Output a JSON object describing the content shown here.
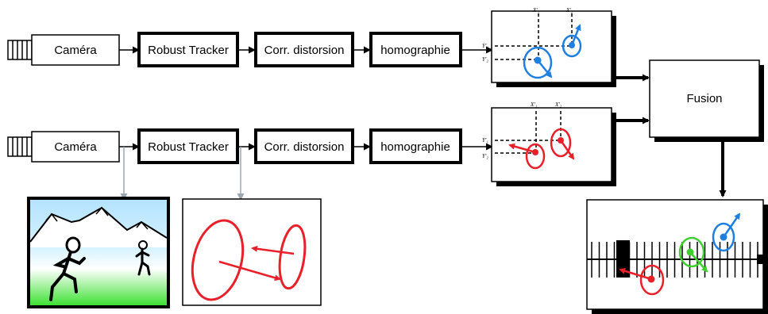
{
  "row1": {
    "camera_label": "Caméra",
    "tracker_label": "Robust Tracker",
    "distortion_label": "Corr. distorsion",
    "homography_label": "homographie",
    "panel_labels": {
      "x1": "X'₁",
      "x2": "X'₂",
      "y1": "Y'₁",
      "y2": "Y'₂"
    }
  },
  "row2": {
    "camera_label": "Caméra",
    "tracker_label": "Robust Tracker",
    "distortion_label": "Corr. distorsion",
    "homography_label": "homographie",
    "panel_labels": {
      "x1": "X'₁",
      "x2": "X'₂",
      "y1": "Y'₁",
      "y2": "Y'₂"
    }
  },
  "fusion_label": "Fusion",
  "colors": {
    "blue": "#1f7fe0",
    "red": "#e8202a",
    "green": "#3fcf2f",
    "sky": "#b4e2ff",
    "grass": "#36e02c",
    "connector_gray": "#9aa6b0"
  }
}
